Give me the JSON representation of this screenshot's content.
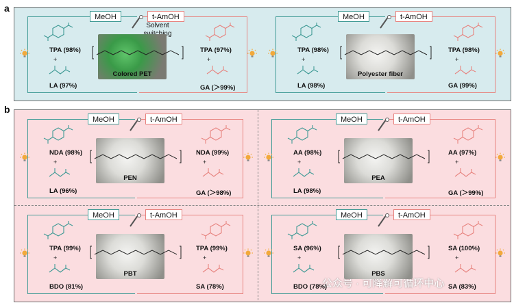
{
  "labels": {
    "a": "a",
    "b": "b"
  },
  "solvents": {
    "meoh": "MeOH",
    "tamoh": "t-AmOH"
  },
  "switch_note": {
    "line1": "Solvent",
    "line2": "switching"
  },
  "cells": [
    {
      "id": "a1",
      "left": [
        "TPA (98%)",
        "LA (97%)"
      ],
      "right": [
        "TPA (97%)",
        "GA (＞99%)"
      ],
      "photo": "Colored PET",
      "photo_tone": "green"
    },
    {
      "id": "a2",
      "left": [
        "TPA (98%)",
        "LA (98%)"
      ],
      "right": [
        "TPA (98%)",
        "GA (99%)"
      ],
      "photo": "Polyester fiber",
      "photo_tone": "white"
    },
    {
      "id": "b1",
      "left": [
        "NDA (98%)",
        "LA (96%)"
      ],
      "right": [
        "NDA (99%)",
        "GA (＞98%)"
      ],
      "photo": "PEN",
      "photo_tone": "white"
    },
    {
      "id": "b2",
      "left": [
        "AA (98%)",
        "LA (98%)"
      ],
      "right": [
        "AA (97%)",
        "GA (＞99%)"
      ],
      "photo": "PEA",
      "photo_tone": "white"
    },
    {
      "id": "b3",
      "left": [
        "TPA (99%)",
        "BDO (81%)"
      ],
      "right": [
        "TPA (99%)",
        "SA (78%)"
      ],
      "photo": "PBT",
      "photo_tone": "white"
    },
    {
      "id": "b4",
      "left": [
        "SA (96%)",
        "BDO (78%)"
      ],
      "right": [
        "SA (100%)",
        "SA (83%)"
      ],
      "photo": "PBS",
      "photo_tone": "white"
    }
  ],
  "plus_sign": "+",
  "watermark": "公众号 · 可降解可循环中心",
  "colors": {
    "meoh": "#3f9a95",
    "tamoh": "#e7837f",
    "panel_a": "#d7ebee",
    "panel_b": "#fbdde0",
    "bulb": "#f2a93b"
  }
}
